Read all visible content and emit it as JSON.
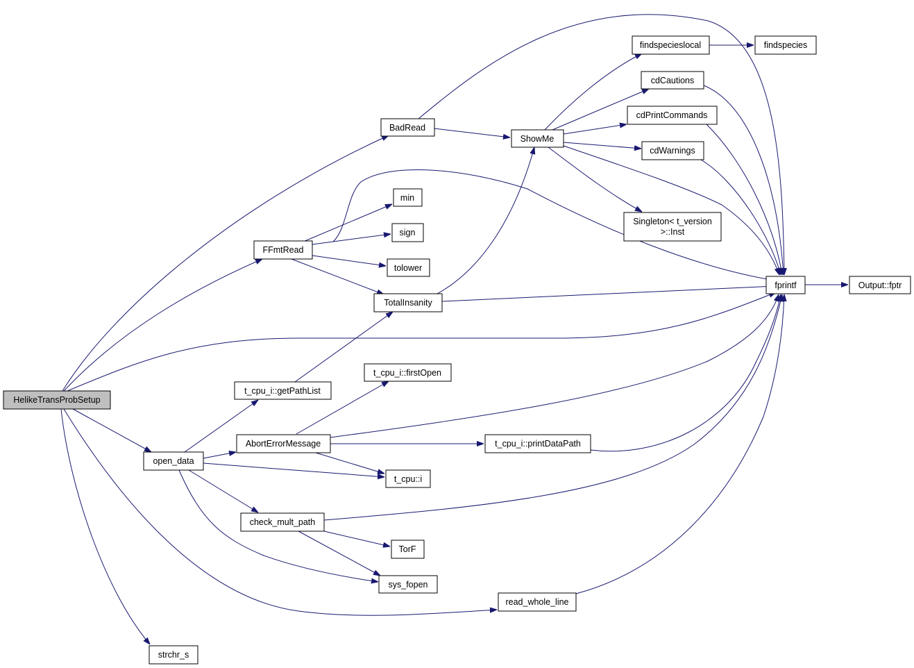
{
  "diagram": {
    "root": "HelikeTransProbSetup",
    "colors": {
      "edge": "#191970",
      "node_fill": "#ffffff",
      "root_fill": "#bfbfbf",
      "border": "#000000"
    },
    "nodes": {
      "helike": "HelikeTransProbSetup",
      "badread": "BadRead",
      "showme": "ShowMe",
      "findspecieslocal": "findspecieslocal",
      "findspecies": "findspecies",
      "cdcautions": "cdCautions",
      "cdprintcommands": "cdPrintCommands",
      "cdwarnings": "cdWarnings",
      "singleton_line1": "Singleton< t_version",
      "singleton_line2": ">::Inst",
      "fprintf": "fprintf",
      "output_fptr": "Output::fptr",
      "ffmtread": "FFmtRead",
      "min": "min",
      "sign": "sign",
      "tolower": "tolower",
      "totalinsanity": "TotalInsanity",
      "getpathlist": "t_cpu_i::getPathList",
      "firstopen": "t_cpu_i::firstOpen",
      "aborterrormessage": "AbortErrorMessage",
      "printdatapath": "t_cpu_i::printDataPath",
      "open_data": "open_data",
      "t_cpu_i": "t_cpu::i",
      "check_mult_path": "check_mult_path",
      "torf": "TorF",
      "sys_fopen": "sys_fopen",
      "read_whole_line": "read_whole_line",
      "strchr_s": "strchr_s"
    },
    "edges": [
      [
        "helike",
        "badread"
      ],
      [
        "helike",
        "ffmtread"
      ],
      [
        "helike",
        "fprintf"
      ],
      [
        "helike",
        "open_data"
      ],
      [
        "helike",
        "read_whole_line"
      ],
      [
        "helike",
        "strchr_s"
      ],
      [
        "badread",
        "showme"
      ],
      [
        "badread",
        "fprintf"
      ],
      [
        "showme",
        "findspecieslocal"
      ],
      [
        "showme",
        "cdcautions"
      ],
      [
        "showme",
        "cdprintcommands"
      ],
      [
        "showme",
        "cdwarnings"
      ],
      [
        "showme",
        "singleton"
      ],
      [
        "showme",
        "fprintf"
      ],
      [
        "findspecieslocal",
        "findspecies"
      ],
      [
        "cdcautions",
        "fprintf"
      ],
      [
        "cdprintcommands",
        "fprintf"
      ],
      [
        "cdwarnings",
        "fprintf"
      ],
      [
        "fprintf",
        "output_fptr"
      ],
      [
        "ffmtread",
        "min"
      ],
      [
        "ffmtread",
        "sign"
      ],
      [
        "ffmtread",
        "tolower"
      ],
      [
        "ffmtread",
        "totalinsanity"
      ],
      [
        "ffmtread",
        "fprintf"
      ],
      [
        "totalinsanity",
        "showme"
      ],
      [
        "totalinsanity",
        "fprintf"
      ],
      [
        "getpathlist",
        "totalinsanity"
      ],
      [
        "aborterrormessage",
        "firstopen"
      ],
      [
        "aborterrormessage",
        "printdatapath"
      ],
      [
        "aborterrormessage",
        "t_cpu_i"
      ],
      [
        "aborterrormessage",
        "fprintf"
      ],
      [
        "printdatapath",
        "fprintf"
      ],
      [
        "open_data",
        "getpathlist"
      ],
      [
        "open_data",
        "aborterrormessage"
      ],
      [
        "open_data",
        "t_cpu_i"
      ],
      [
        "open_data",
        "check_mult_path"
      ],
      [
        "open_data",
        "sys_fopen"
      ],
      [
        "check_mult_path",
        "torf"
      ],
      [
        "check_mult_path",
        "sys_fopen"
      ],
      [
        "check_mult_path",
        "fprintf"
      ],
      [
        "read_whole_line",
        "fprintf"
      ]
    ]
  }
}
